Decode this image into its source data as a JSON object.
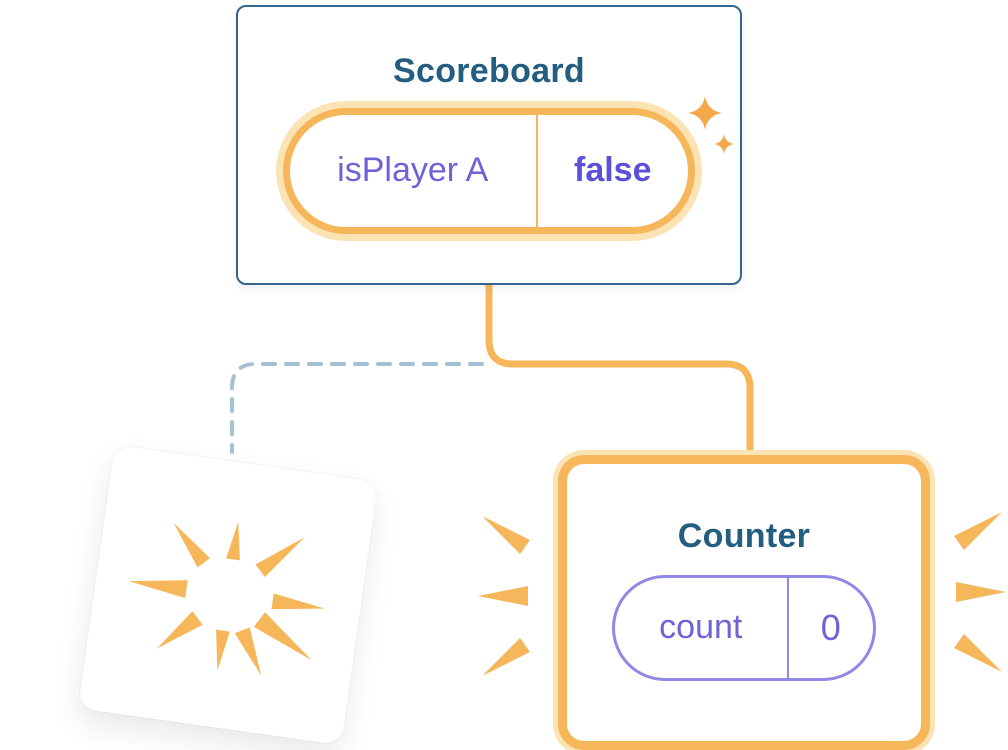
{
  "scoreboard": {
    "title": "Scoreboard",
    "state": {
      "key": "isPlayer A",
      "value": "false"
    }
  },
  "counter": {
    "title": "Counter",
    "state": {
      "key": "count",
      "value": "0"
    }
  },
  "icons": [
    "sparkle-icon",
    "poof-burst-icon",
    "emphasis-rays-left-icon",
    "emphasis-rays-right-icon"
  ],
  "colors": {
    "accent_orange": "#F6B75B",
    "pale_orange_ring": "#FBE3B4",
    "sparkle_orange": "#F5A94B",
    "card_border_blue": "#35648C",
    "title_blue": "#235D7F",
    "state_key_purple": "#6C63D9",
    "state_value_purple": "#5B51D9",
    "counter_pill_border_purple": "#8F89E4",
    "dashed_line_blue": "#A4C0D4",
    "background": "#FFFFFF"
  }
}
